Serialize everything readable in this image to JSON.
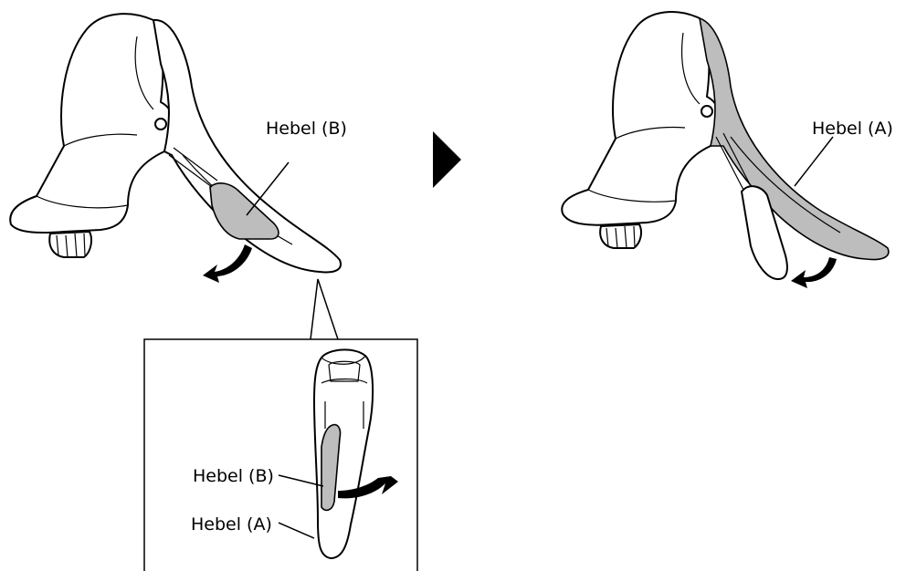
{
  "labels": {
    "left_lever_b": "Hebel (B)",
    "right_lever_a": "Hebel (A)",
    "detail_lever_b": "Hebel (B)",
    "detail_lever_a": "Hebel (A)"
  },
  "colors": {
    "line": "#000000",
    "shading": "#bdbdbd",
    "background": "#ffffff"
  },
  "icons": {
    "step_arrow": "right-pointing-triangle",
    "motion_arrows": "curved-arrow"
  }
}
